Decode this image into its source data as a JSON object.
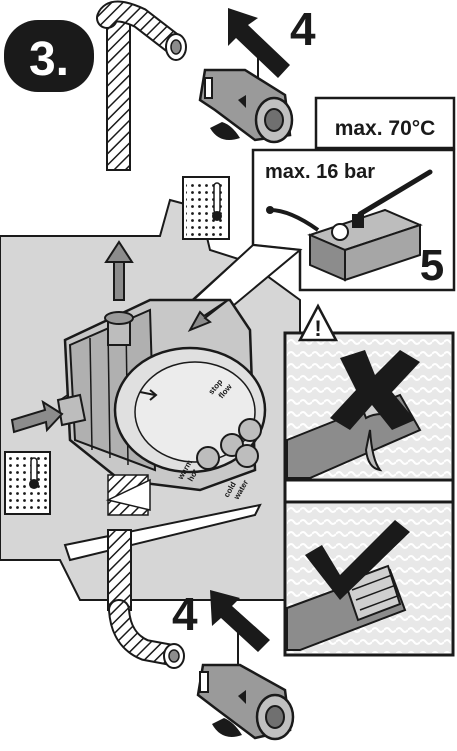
{
  "step": {
    "label": "3."
  },
  "labels": {
    "max_temp": "max. 70°C",
    "max_pressure": "max. 16 bar",
    "pump_step": "5",
    "arrow_step_top": "4",
    "arrow_step_bottom": "4",
    "warning_symbol": "!"
  },
  "body_marks": {
    "top_a": "stop",
    "top_b": "flow",
    "mid_a": "warm",
    "mid_b": "hot",
    "low_a": "cold",
    "low_b": "water"
  },
  "colors": {
    "line": "#1a1a1a",
    "wall": "#d6d6d6",
    "pipe": "#8c8c8c",
    "panel": "#e6e6e6"
  }
}
